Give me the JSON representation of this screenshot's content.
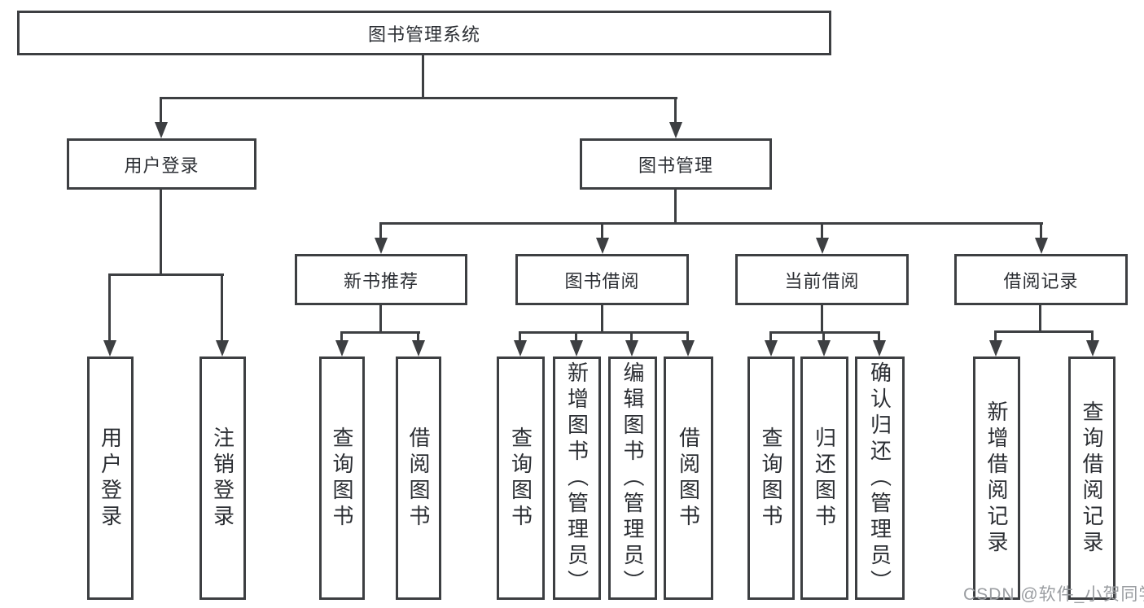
{
  "diagram": {
    "title": "图书管理系统",
    "root": {
      "label": "图书管理系统"
    },
    "level2": [
      {
        "label": "用户登录"
      },
      {
        "label": "图书管理"
      }
    ],
    "level3": [
      {
        "label": "新书推荐"
      },
      {
        "label": "图书借阅"
      },
      {
        "label": "当前借阅"
      },
      {
        "label": "借阅记录"
      }
    ],
    "leaves": {
      "login": [
        "用户登录",
        "注销登录"
      ],
      "newbook": [
        "查询图书",
        "借阅图书"
      ],
      "borrow": [
        "查询图书",
        "新增图书（管理员）",
        "编辑图书（管理员）",
        "借阅图书"
      ],
      "current": [
        "查询图书",
        "归还图书",
        "确认归还（管理员）"
      ],
      "records": [
        "新增借阅记录",
        "查询借阅记录"
      ]
    },
    "colors": {
      "line": "#3d3f42",
      "text": "#2b2e33",
      "background": "#ffffff",
      "watermark_text": "#9a9da1"
    },
    "watermark": "CSDN @软件_小贺同学"
  }
}
